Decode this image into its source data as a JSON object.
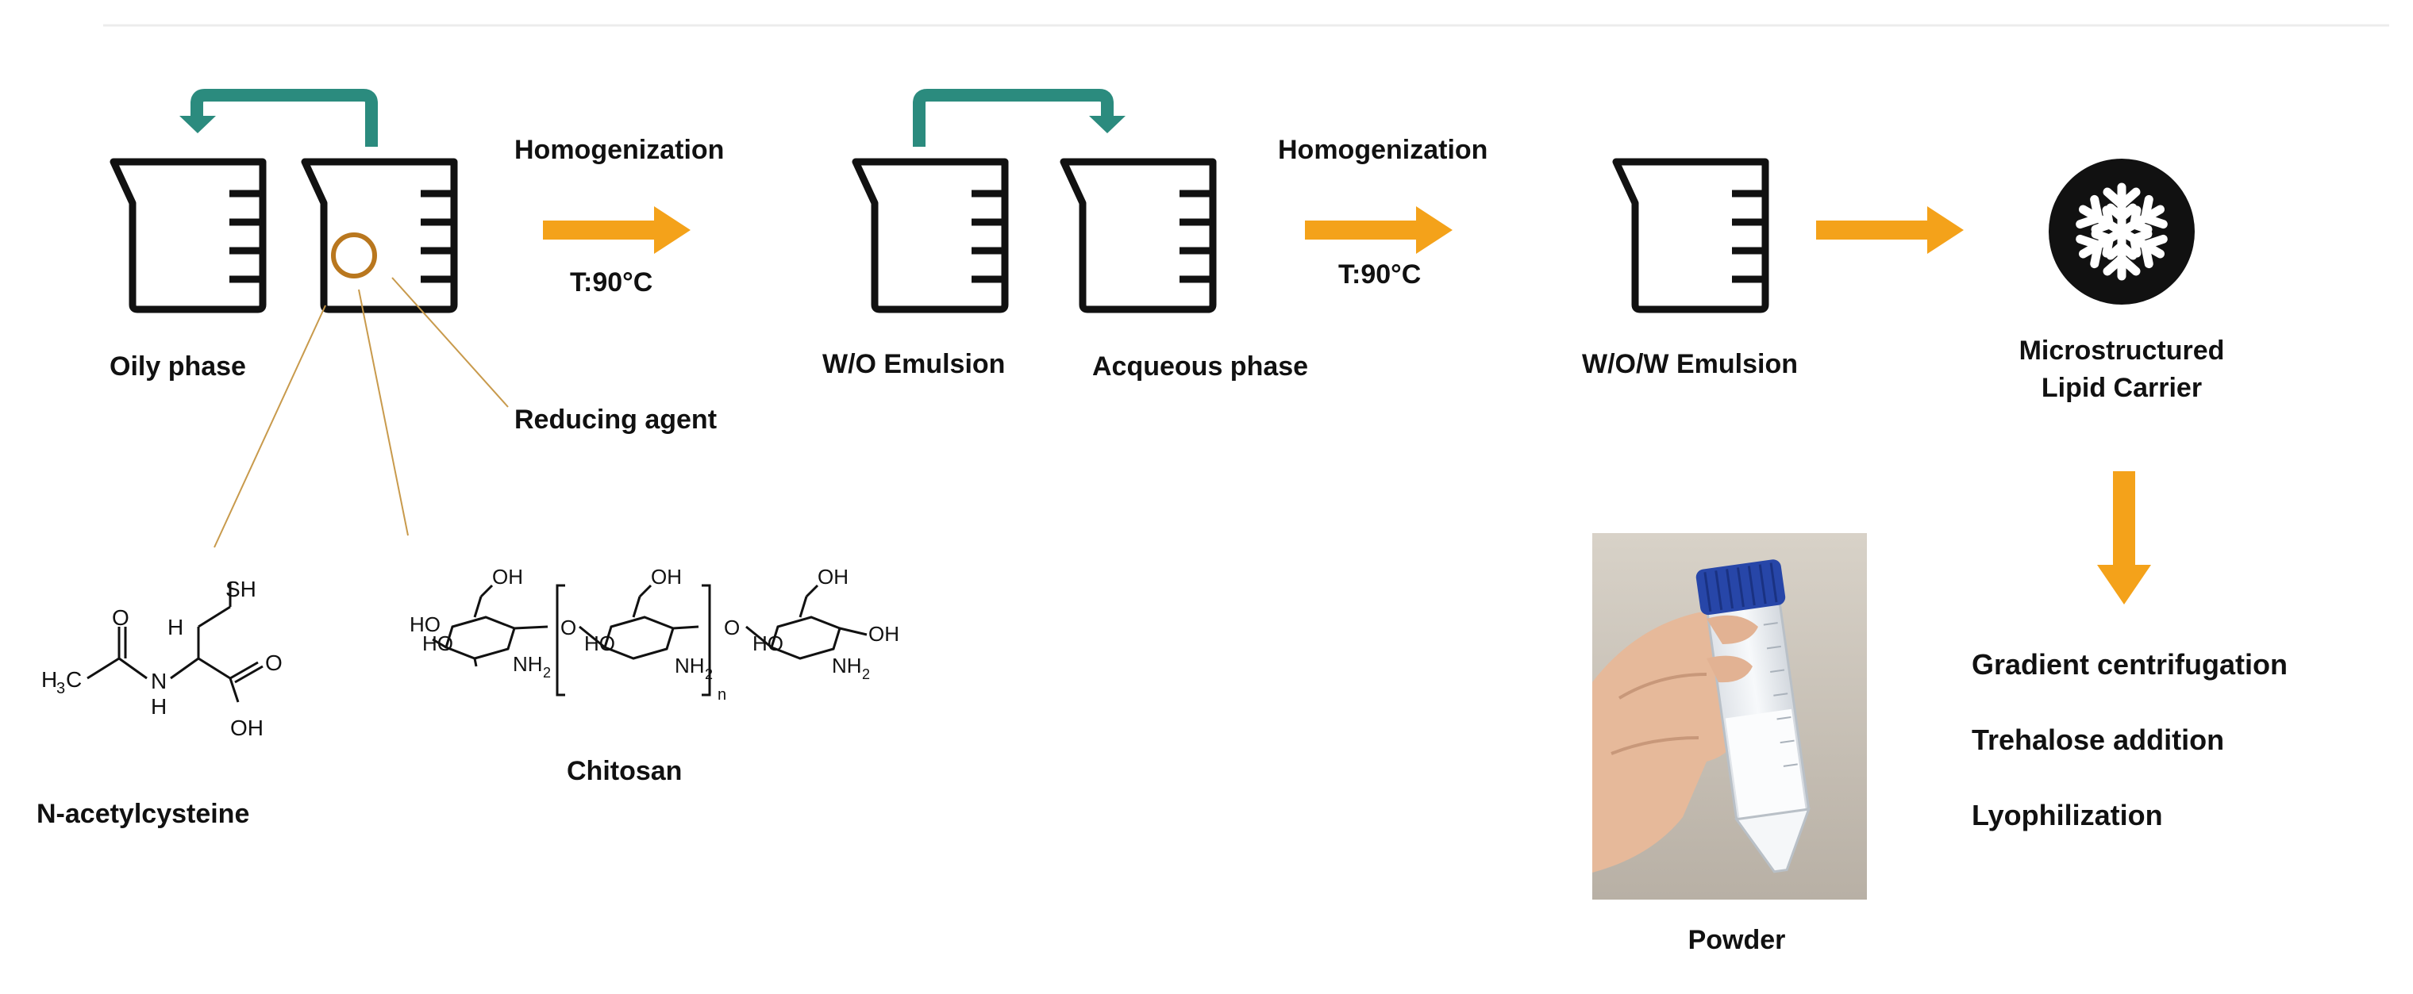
{
  "labels": {
    "oily_phase": "Oily phase",
    "reducing_agent": "Reducing agent",
    "homogenization_1": "Homogenization",
    "temp_1": "T:90°C",
    "wo_emulsion": "W/O Emulsion",
    "aqueous_phase": "Acqueous phase",
    "homogenization_2": "Homogenization",
    "temp_2": "T:90°C",
    "wow_emulsion": "W/O/W Emulsion",
    "carrier_line1": "Microstructured",
    "carrier_line2": "Lipid Carrier",
    "nac": "N-acetylcysteine",
    "chitosan": "Chitosan",
    "powder": "Powder",
    "steps": [
      "Gradient centrifugation",
      "Trehalose addition",
      "Lyophilization"
    ]
  },
  "chem": {
    "sh": "SH",
    "o": "O",
    "h": "H",
    "h3c": "H",
    "h3c_sub": "3",
    "h3c_c": "C",
    "n": "N",
    "nh_h": "H",
    "oh": "OH",
    "ho": "HO",
    "nh2": "NH",
    "nh2_sub": "2",
    "n_sub": "n"
  },
  "colors": {
    "arrow_orange": "#f4a21a",
    "transfer_teal": "#2b8b7e",
    "pointer_gold": "#c89a4c",
    "circle_brown": "#b9771e",
    "beaker_stroke": "#111111",
    "snowflake_bg": "#111111"
  },
  "icons": {
    "process_arrow": "arrow-right-icon",
    "down_arrow": "arrow-down-icon",
    "freezing": "snowflake-icon",
    "beaker": "beaker-icon"
  }
}
